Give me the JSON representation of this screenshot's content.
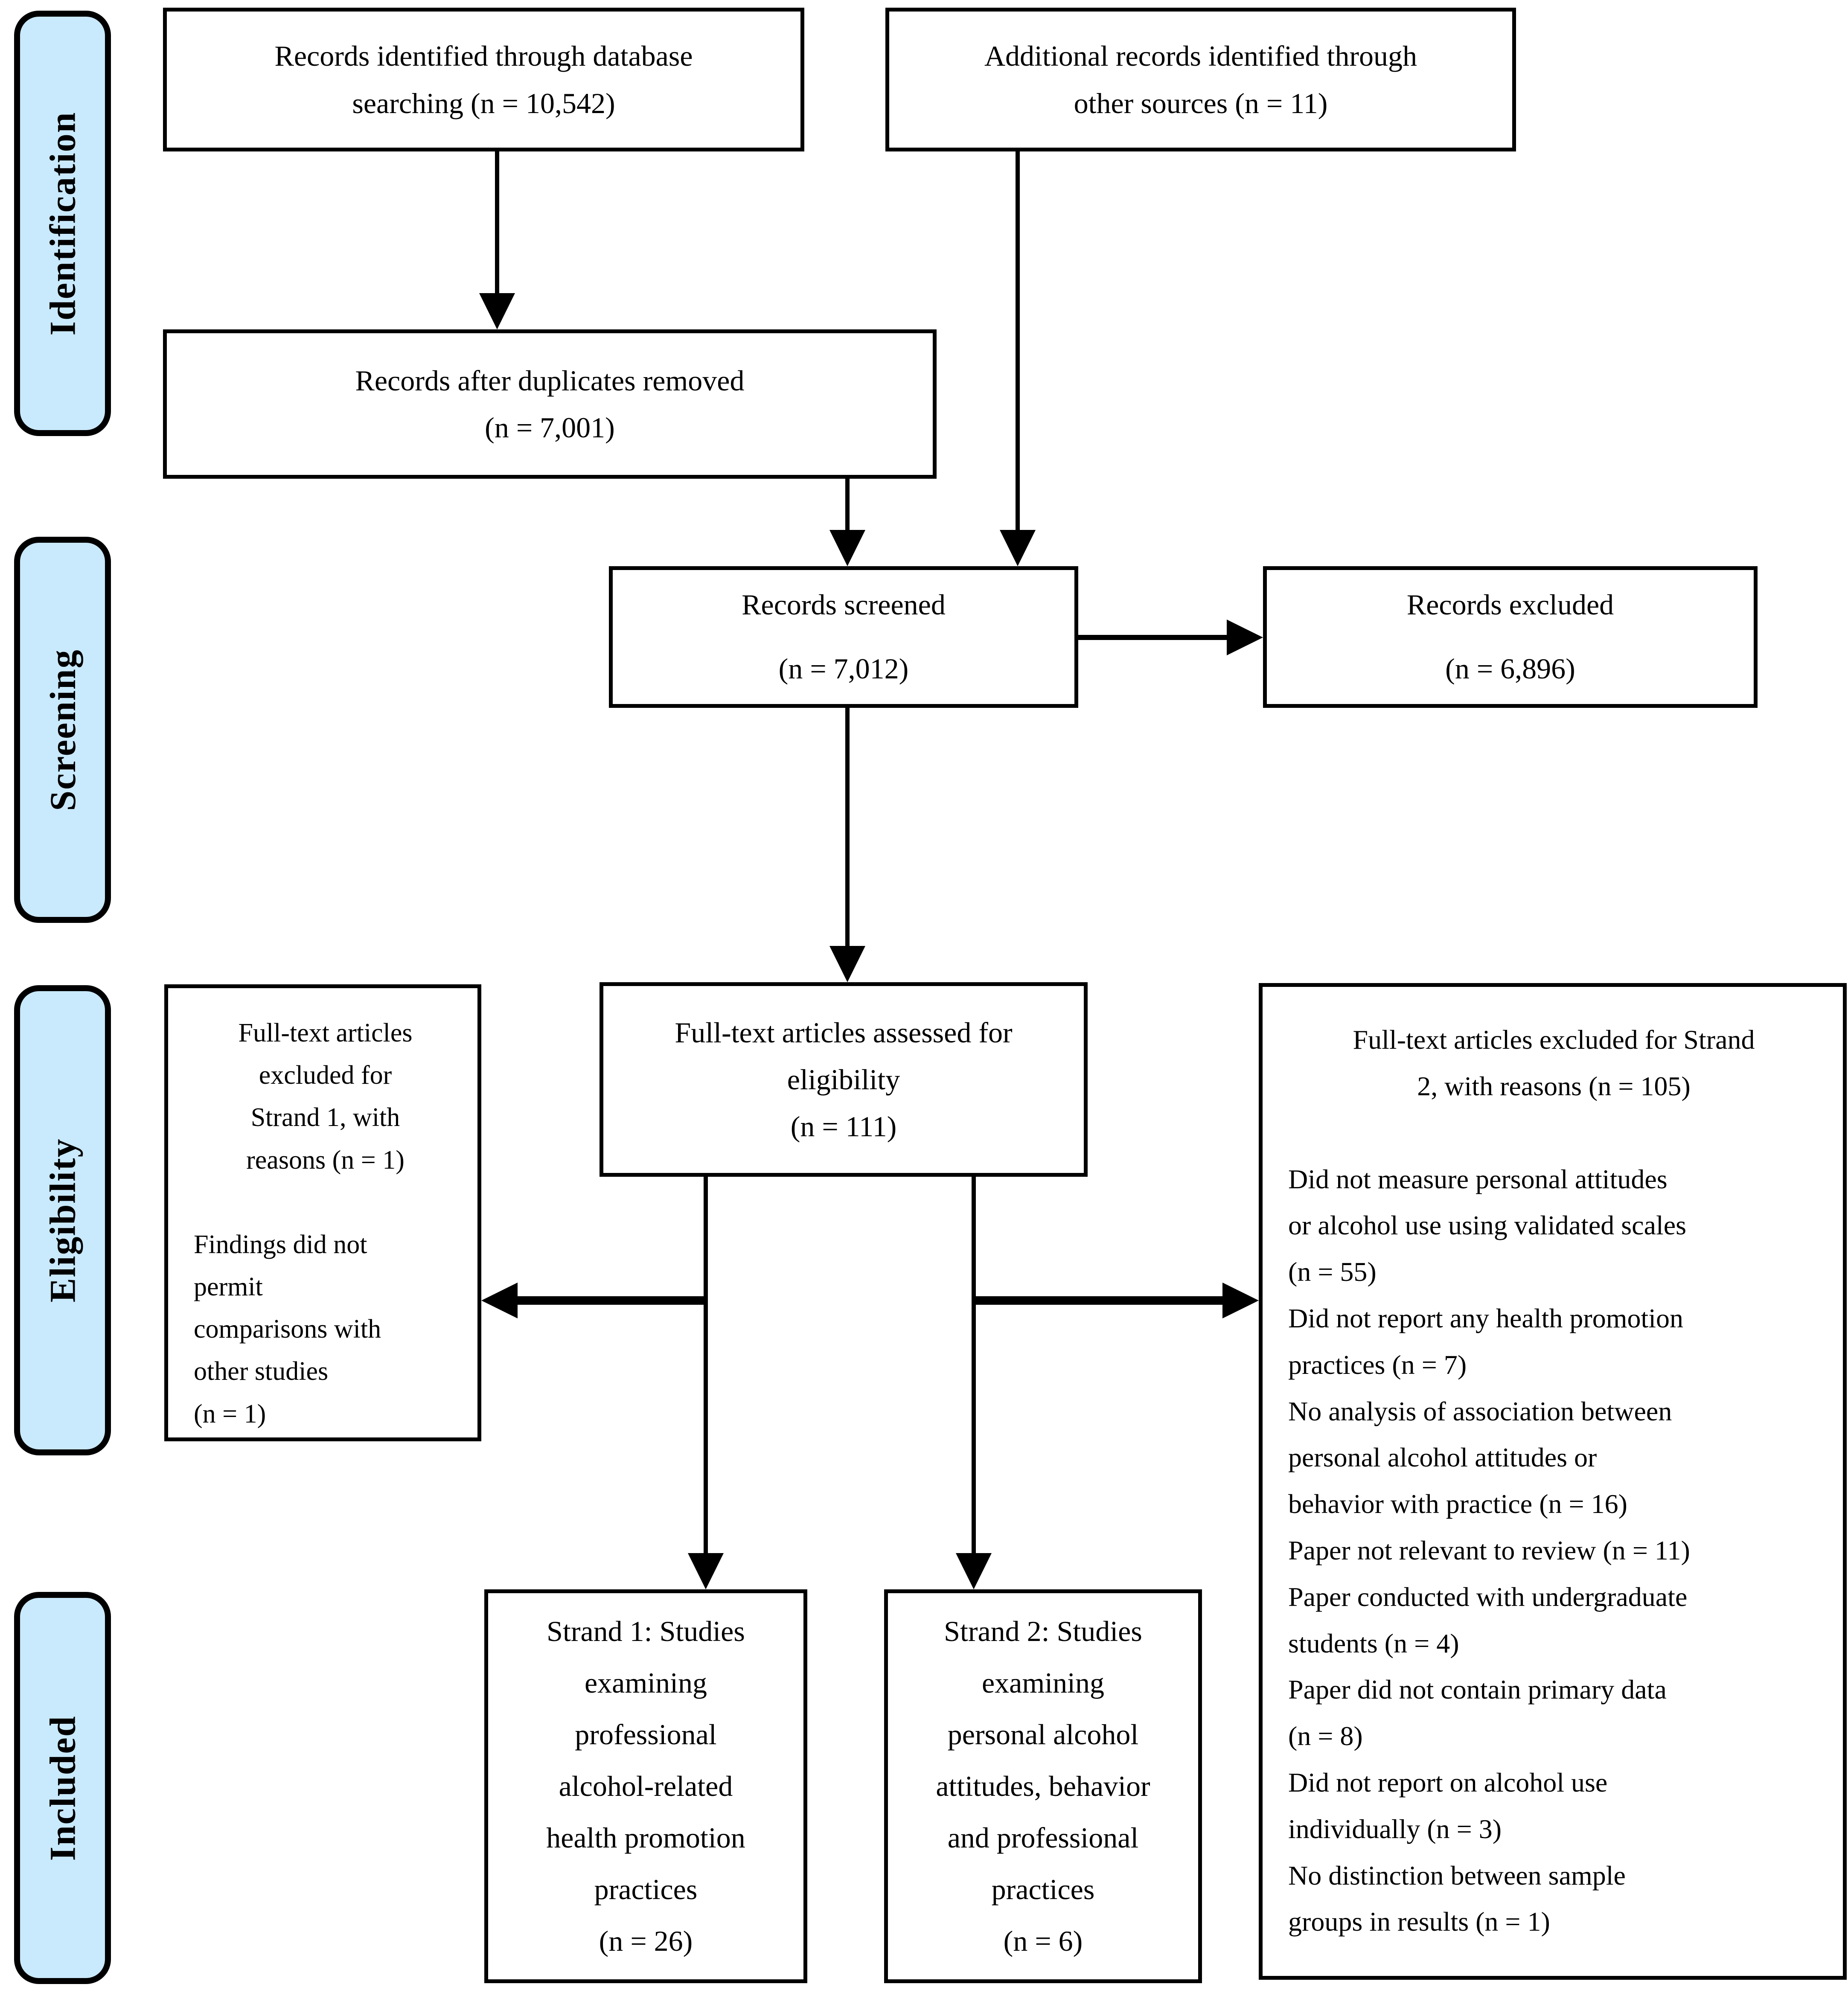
{
  "stages": [
    {
      "label": "Identification"
    },
    {
      "label": "Screening"
    },
    {
      "label": "Eligibility"
    },
    {
      "label": "Included"
    }
  ],
  "boxes": {
    "db_search": "Records identified through database\nsearching (n = 10,542)",
    "other_sources": "Additional records identified through\nother sources (n = 11)",
    "duplicates_removed": "Records after duplicates removed\n(n = 7,001)",
    "records_screened": "Records screened\n(n = 7,012)",
    "records_excluded": "Records excluded\n(n = 6,896)",
    "fulltext_assessed": "Full-text articles assessed for\neligibility\n(n = 111)",
    "strand1_excluded": {
      "title": "Full-text articles\nexcluded for\nStrand 1, with\nreasons (n = 1)",
      "body": "Findings did not\npermit\ncomparisons with\nother studies\n(n = 1)"
    },
    "strand2_excluded": {
      "title": "Full-text articles excluded for Strand\n2, with reasons (n = 105)",
      "reasons": [
        "Did not measure personal attitudes\nor alcohol use using validated scales\n(n = 55)",
        "Did not report any health promotion\npractices (n = 7)",
        "No analysis of association between\npersonal alcohol attitudes or\nbehavior with practice (n = 16)",
        "Paper not relevant to review (n = 11)",
        "Paper conducted with undergraduate\nstudents (n = 4)",
        "Paper did not contain primary data\n(n = 8)",
        "Did not report on alcohol use\nindividually (n = 3)",
        "No distinction between sample\ngroups in results (n = 1)"
      ]
    },
    "strand1_included": "Strand 1: Studies\nexamining\nprofessional\nalcohol-related\nhealth promotion\npractices\n(n = 26)",
    "strand2_included": "Strand 2: Studies\nexamining\npersonal alcohol\nattitudes, behavior\nand professional\npractices\n(n = 6)"
  },
  "colors": {
    "stage_fill": "#C9E9FC",
    "line": "#000000",
    "box_fill": "#FFFFFF"
  }
}
